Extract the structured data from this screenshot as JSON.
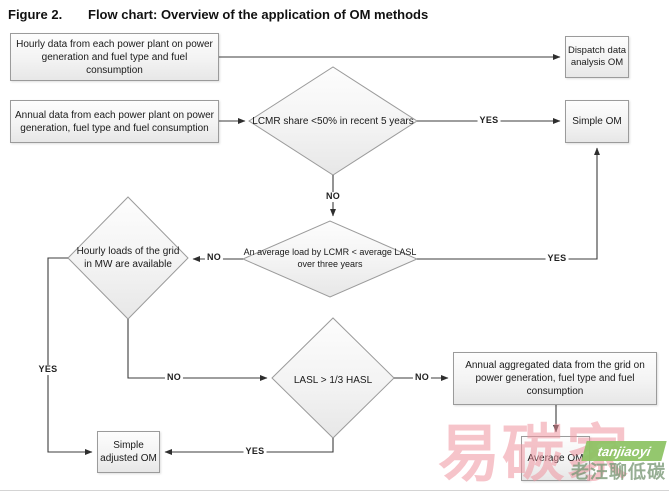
{
  "figure": {
    "label": "Figure 2.",
    "title": "Flow chart: Overview of the application of OM methods"
  },
  "nodes": {
    "hourly_data": {
      "type": "input",
      "label": "Hourly data from each power plant on power generation and fuel type and fuel consumption"
    },
    "annual_data": {
      "type": "input",
      "label": "Annual data from each power plant on power generation, fuel type and fuel consumption"
    },
    "dispatch_om": {
      "type": "result",
      "label": "Dispatch data analysis OM"
    },
    "simple_om": {
      "type": "result",
      "label": "Simple OM"
    },
    "lcmr_share": {
      "type": "decision",
      "label": "LCMR share <50% in recent 5 years"
    },
    "avg_load": {
      "type": "decision",
      "label": "An average load by LCMR < average LASL over three years"
    },
    "hourly_loads": {
      "type": "decision",
      "label": "Hourly loads of the grid in MW are available"
    },
    "lasl_hasl": {
      "type": "decision",
      "label": "LASL > 1/3 HASL"
    },
    "annual_aggregated": {
      "type": "input",
      "label": "Annual aggregated data from the grid on power generation, fuel type and fuel consumption"
    },
    "simple_adjusted_om": {
      "type": "result",
      "label": "Simple adjusted OM"
    },
    "average_om": {
      "type": "result",
      "label": "Average OM"
    }
  },
  "edges": [
    {
      "from": "hourly_data",
      "to": "dispatch_om",
      "label": ""
    },
    {
      "from": "annual_data",
      "to": "lcmr_share",
      "label": ""
    },
    {
      "from": "lcmr_share",
      "to": "simple_om",
      "label": "YES"
    },
    {
      "from": "lcmr_share",
      "to": "avg_load",
      "label": "NO"
    },
    {
      "from": "avg_load",
      "to": "simple_om",
      "label": "YES"
    },
    {
      "from": "avg_load",
      "to": "hourly_loads",
      "label": "NO"
    },
    {
      "from": "hourly_loads",
      "to": "simple_adjusted_om",
      "label": "YES"
    },
    {
      "from": "hourly_loads",
      "to": "lasl_hasl",
      "label": "NO"
    },
    {
      "from": "lasl_hasl",
      "to": "annual_aggregated",
      "label": "NO"
    },
    {
      "from": "lasl_hasl",
      "to": "simple_adjusted_om",
      "label": "YES"
    },
    {
      "from": "annual_aggregated",
      "to": "average_om",
      "label": ""
    }
  ],
  "watermark": {
    "brand_cn": "易碳家",
    "brand_latin": "tanjiaoyi",
    "tagline_cn": "老汪聊低碳"
  },
  "colors": {
    "node_border": "#9b9b9b",
    "node_fill_top": "#fdfdfd",
    "node_fill_bottom": "#e7e7e7",
    "connector": "#3d3d3d",
    "watermark_pink": "#ee949e",
    "watermark_green": "#8bc262"
  }
}
